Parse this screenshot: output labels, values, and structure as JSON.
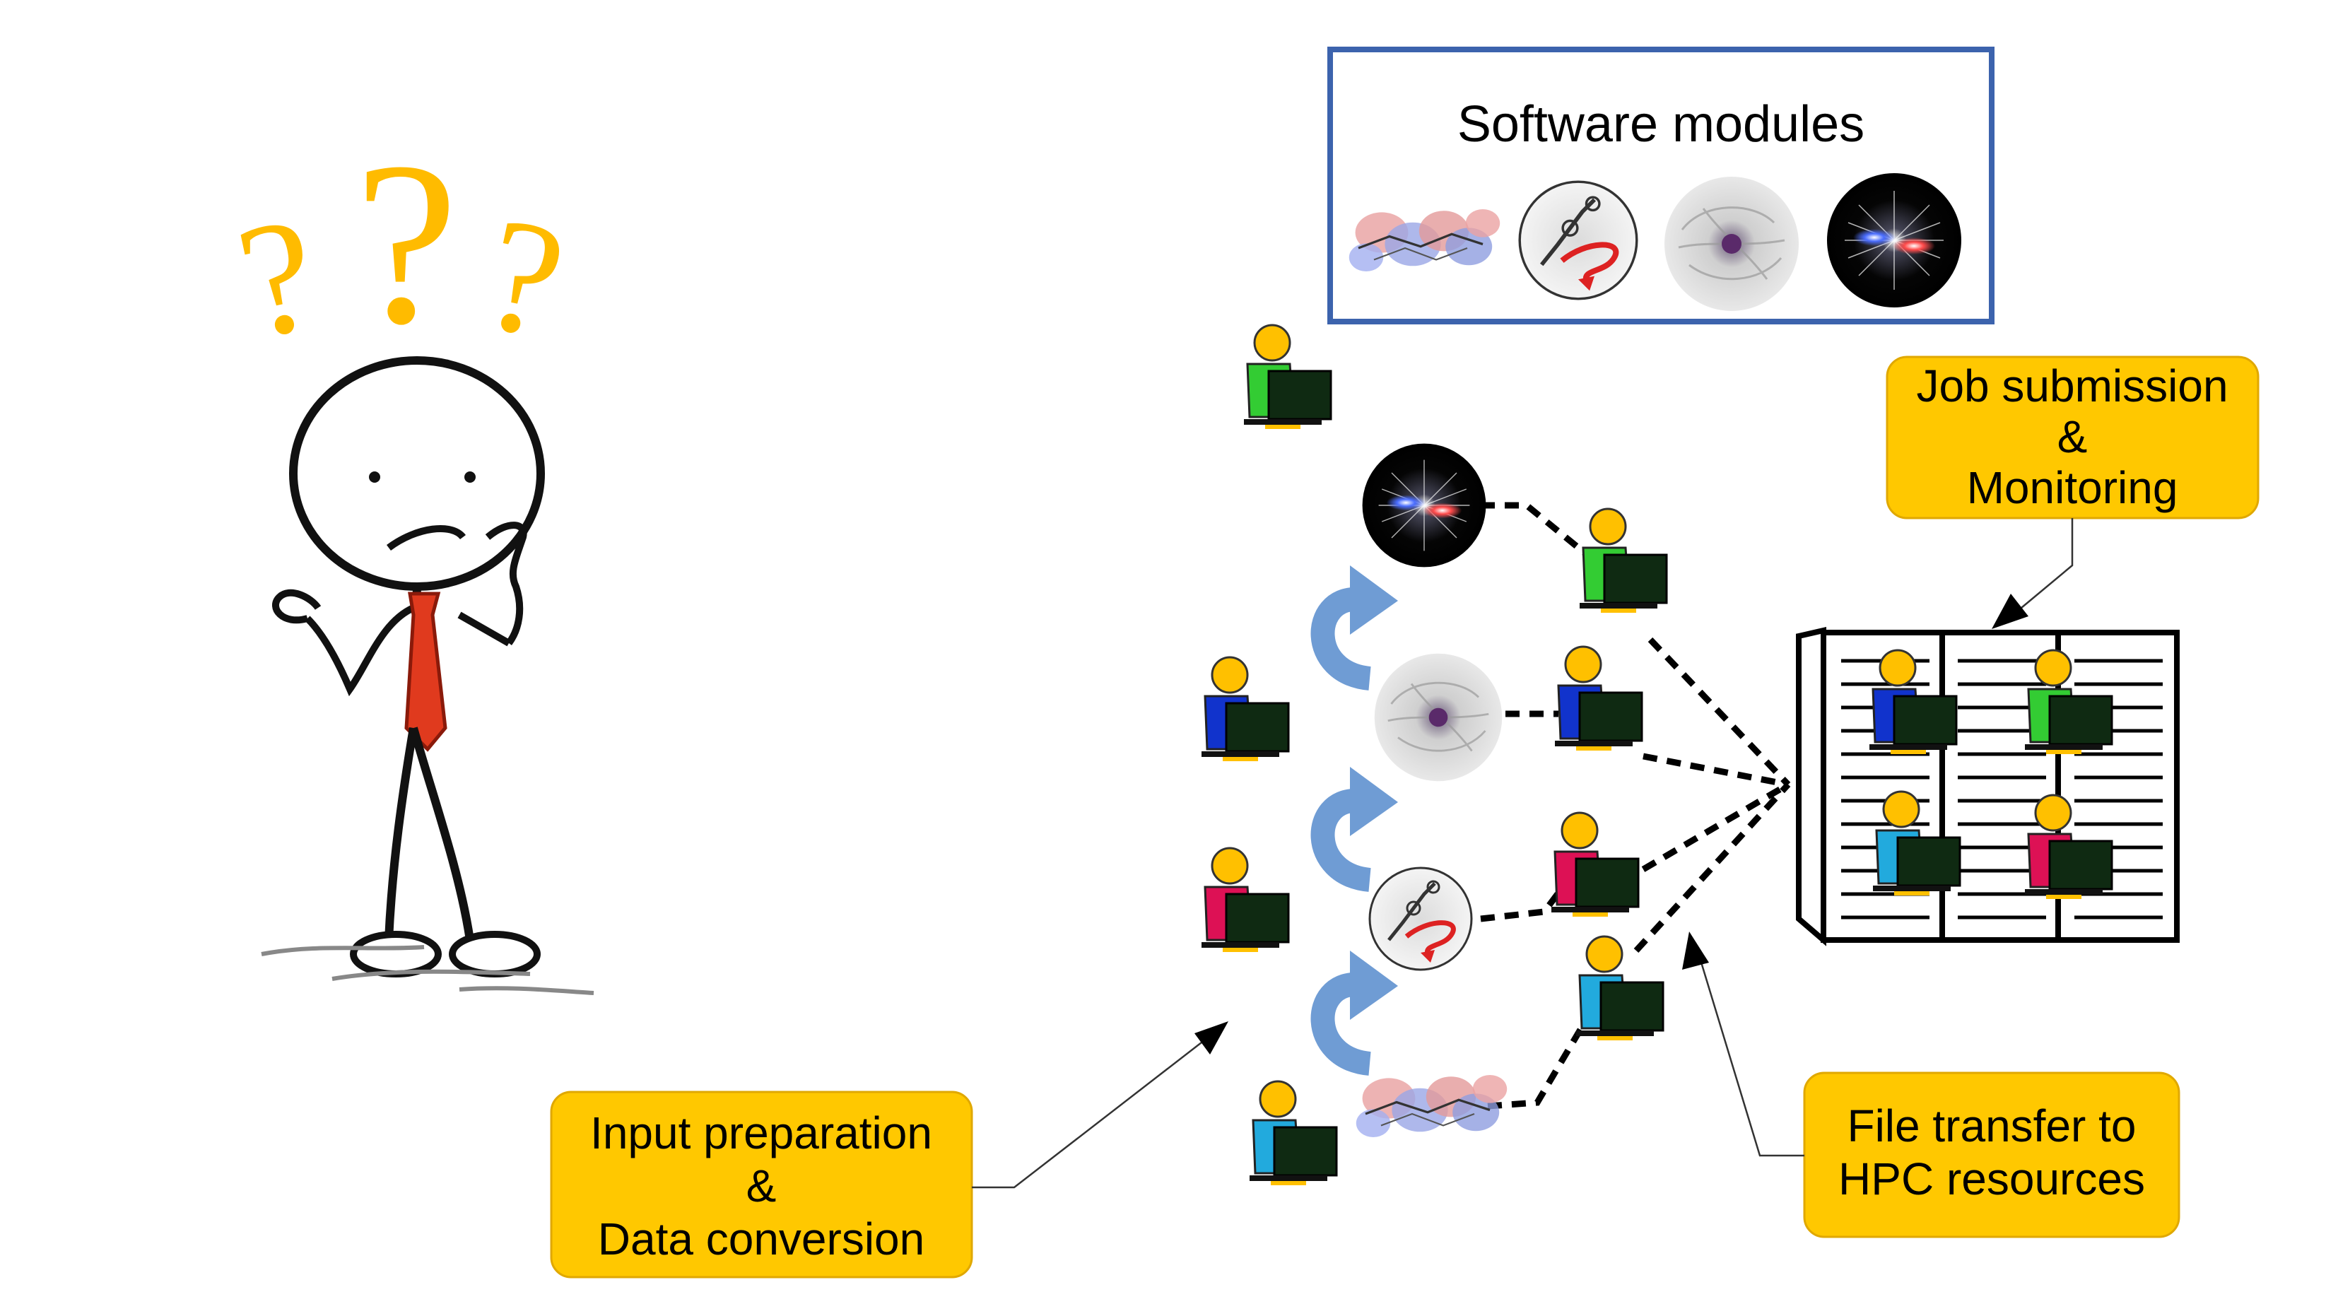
{
  "software_box": {
    "title": "Software modules"
  },
  "callouts": {
    "job": [
      "Job submission",
      "&",
      "Monitoring"
    ],
    "input": [
      "Input preparation",
      "&",
      "Data conversion"
    ],
    "transfer": [
      "File transfer to",
      "HPC resources"
    ]
  },
  "question_marks": [
    "?",
    "?",
    "?"
  ],
  "colors": {
    "callout_fill": "#ffc800",
    "box_border": "#3c63ad",
    "question_mark": "#ffbb00",
    "tie": "#e03a1e",
    "arrow_blue": "#6f9cd4",
    "head": "#ffc000",
    "users": [
      "#33cc33",
      "#1133cc",
      "#dd1155",
      "#22aadd"
    ],
    "monitor": "#0f2a12"
  }
}
